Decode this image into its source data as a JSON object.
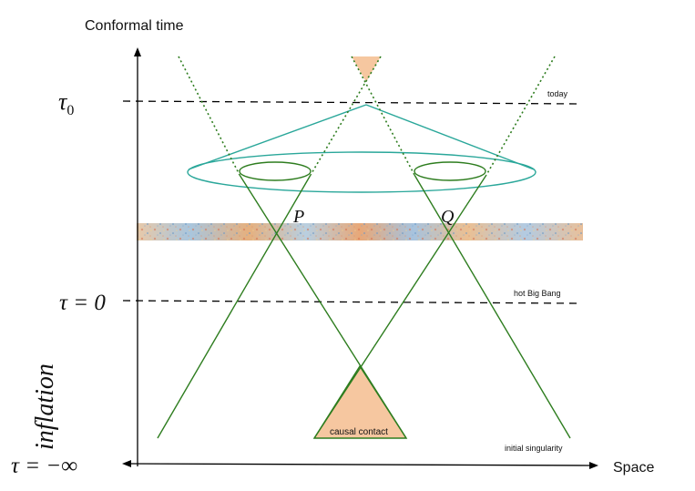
{
  "axes": {
    "y_title": "Conformal time",
    "x_title": "Space"
  },
  "time_marks": {
    "tau0": {
      "sym": "τ",
      "sub": "0"
    },
    "tau_zero": "τ = 0",
    "tau_minus_inf": "τ = −∞",
    "inflation": "inflation"
  },
  "line_labels": {
    "today": "today",
    "hot_big_bang": "hot Big Bang",
    "initial_singularity": "initial singularity"
  },
  "points": {
    "p": "P",
    "q": "Q"
  },
  "annotations": {
    "causal_contact": "causal contact"
  },
  "colors": {
    "lightcone_green": "#2e7d1f",
    "observer_cone_teal": "#2aa79a",
    "causal_fill": "#f6c7a0",
    "axis": "#000000"
  },
  "icons": {
    "y_arrow": "arrow-up-icon",
    "x_arrow_right": "arrow-right-icon",
    "x_arrow_left": "arrow-left-icon"
  }
}
